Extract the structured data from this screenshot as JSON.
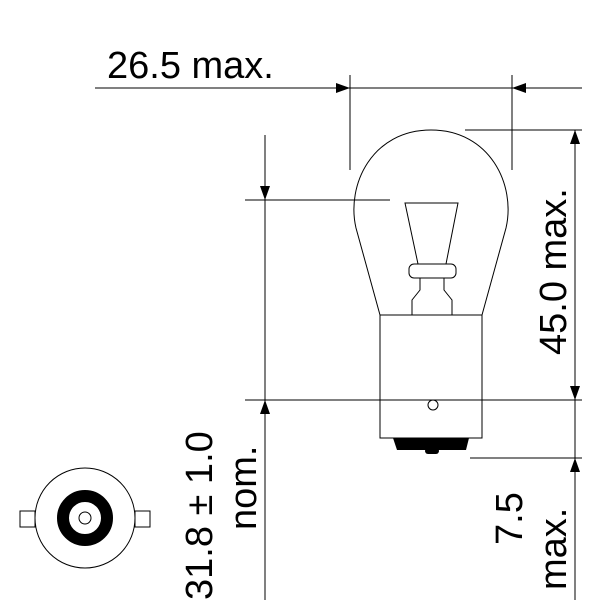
{
  "dimensions": {
    "width_label": "26.5 max.",
    "height_label": "45.0 max.",
    "light_center_value": "31.8 ± 1.0",
    "light_center_suffix": "nom.",
    "base_value": "7.5",
    "base_suffix": "max."
  },
  "colors": {
    "line": "#000000",
    "background": "#ffffff"
  }
}
